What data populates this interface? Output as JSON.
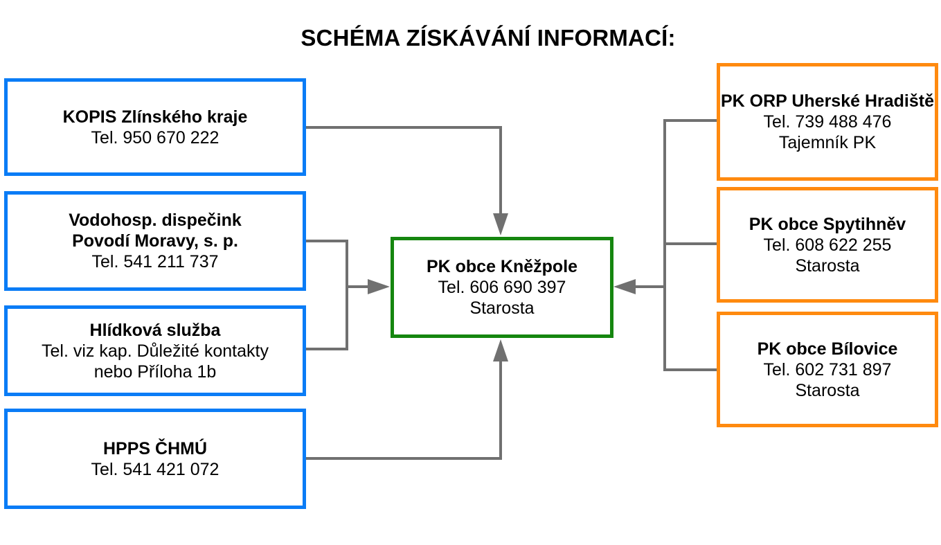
{
  "title": "SCHÉMA ZÍSKÁVÁNÍ INFORMACÍ:",
  "center": {
    "name": "PK obce Kněžpole",
    "lines": [
      "Tel. 606 690 397",
      "Starosta"
    ],
    "color": "#15860f"
  },
  "left_boxes": [
    {
      "name": "KOPIS Zlínského kraje",
      "lines": [
        "Tel. 950 670 222"
      ]
    },
    {
      "name_lines": [
        "Vodohosp. dispečink",
        "Povodí Moravy, s. p."
      ],
      "lines": [
        "Tel. 541 211 737"
      ]
    },
    {
      "name": "Hlídková služba",
      "lines": [
        "Tel. viz kap. Důležité kontakty",
        "nebo Příloha 1b"
      ]
    },
    {
      "name": "HPPS ČHMÚ",
      "lines": [
        "Tel. 541 421 072"
      ]
    }
  ],
  "right_boxes": [
    {
      "name": "PK ORP Uherské Hradiště",
      "lines": [
        "Tel. 739 488 476",
        "Tajemník PK"
      ]
    },
    {
      "name": "PK obce Spytihněv",
      "lines": [
        "Tel. 608 622 255",
        "Starosta"
      ]
    },
    {
      "name": "PK obce Bílovice",
      "lines": [
        "Tel. 602 731 897",
        "Starosta"
      ]
    }
  ],
  "colors": {
    "left_border": "#0a7cf6",
    "right_border": "#ff8a0f",
    "connector": "#707070"
  }
}
